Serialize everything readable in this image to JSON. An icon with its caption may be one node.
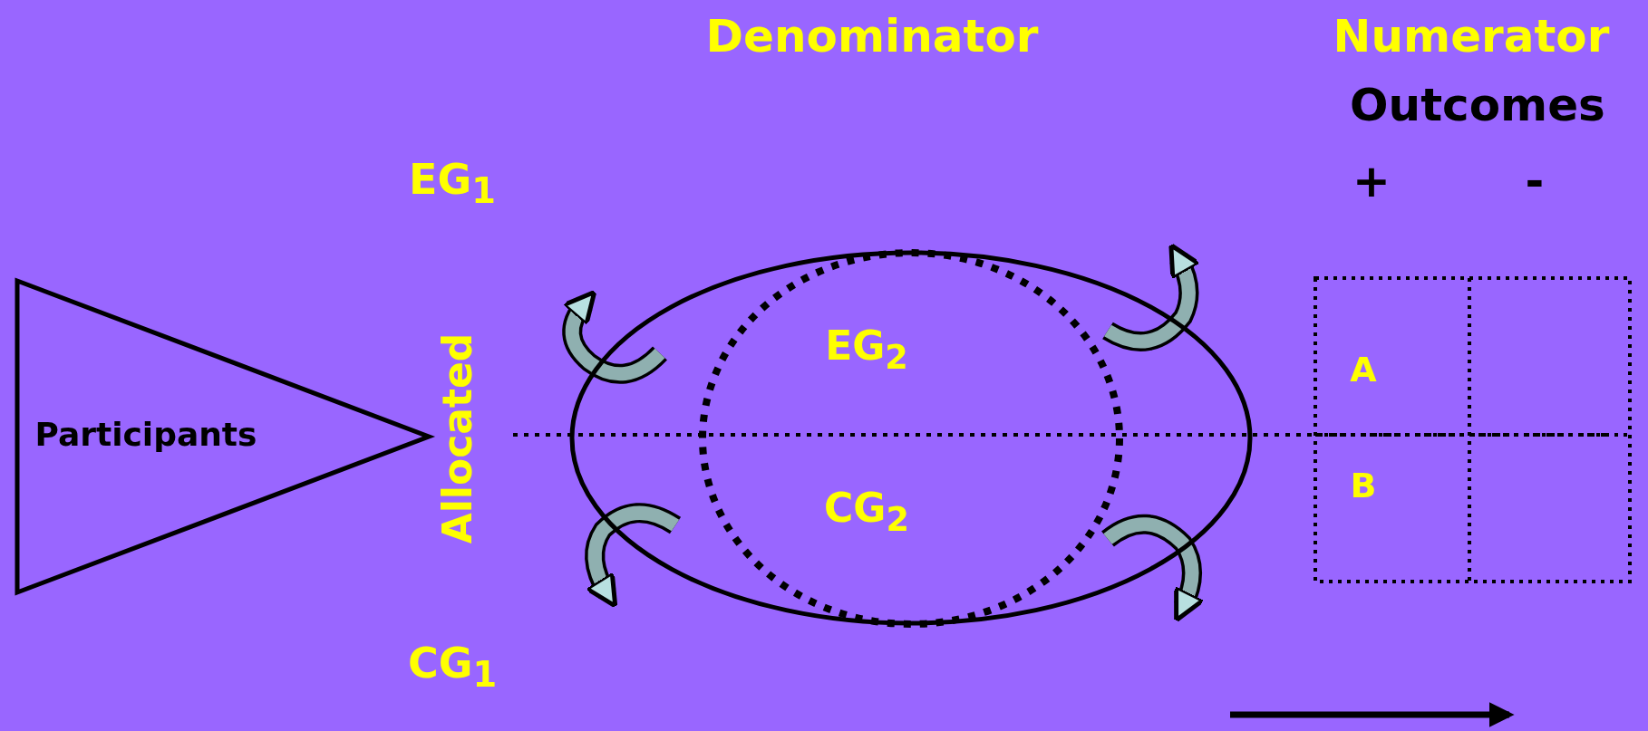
{
  "diagram": {
    "nodes": [
      {
        "text": [
          "Participants"
        ]
      },
      {
        "text": [],
        "shape": "ellipse"
      },
      {
        "text": [
          "EG$_{2}$",
          "CG$_{2}$"
        ],
        "in": 1
      },
      {
        "text": [
          "A",
          "B"
        ]
      }
    ],
    "labels": [
      "Denominator",
      "Numerator",
      "Outcomes",
      "+",
      "-",
      "EG$_{1}$",
      "Allocated",
      "CG$_{1}$"
    ]
  }
}
